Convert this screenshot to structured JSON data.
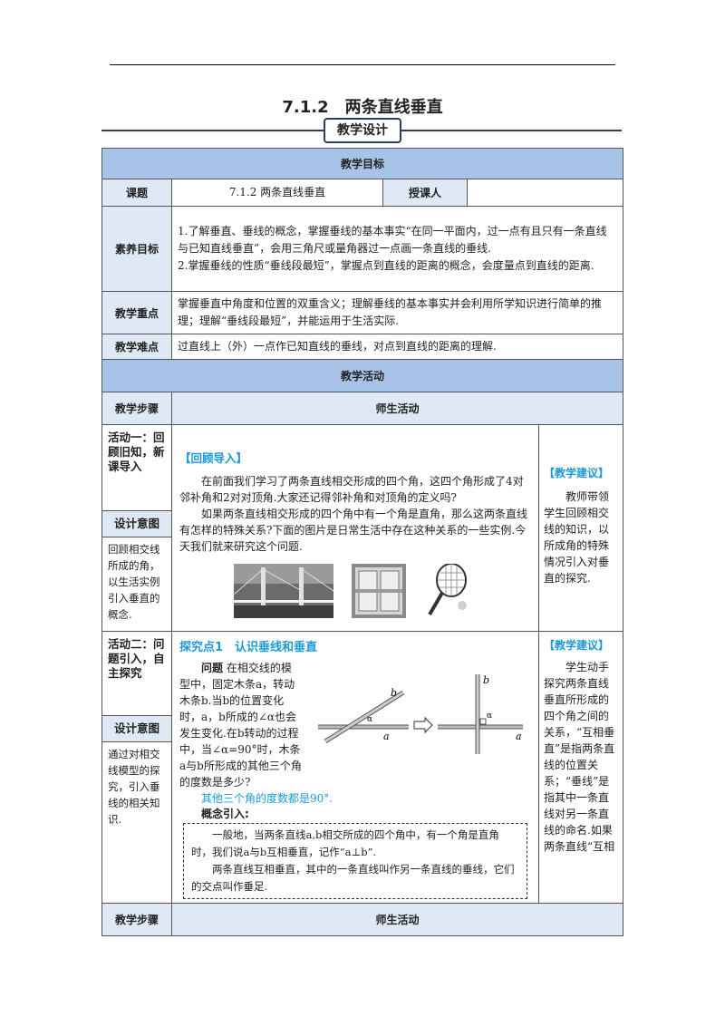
{
  "title": "7.1.2　两条直线垂直",
  "subtitle": "教学设计",
  "goals_header": "教学目标",
  "row_topic": {
    "label": "课题",
    "value": "7.1.2 两条直线垂直",
    "teacher_label": "授课人",
    "teacher_value": ""
  },
  "row_literacy": {
    "label": "素养目标",
    "line1": "1.了解垂直、垂线的概念，掌握垂线的基本事实“在同一平面内，过一点有且只有一条直线与已知直线垂直”，会用三角尺或量角器过一点画一条直线的垂线.",
    "line2": "2.掌握垂线的性质“垂线段最短”，掌握点到直线的距离的概念，会度量点到直线的距离."
  },
  "row_key": {
    "label": "教学重点",
    "value": "掌握垂直中角度和位置的双重含义；理解垂线的基本事实并会利用所学知识进行简单的推理；理解“垂线段最短”，并能运用于生活实际."
  },
  "row_difficult": {
    "label": "教学难点",
    "value": "过直线上（外）一点作已知直线的垂线，对点到直线的距离的理解."
  },
  "activities_header": "教学活动",
  "steps_label": "教学步骤",
  "activity_label": "师生活动",
  "activity1": {
    "name": "活动一：回顾旧知，新课导入",
    "design_label": "设计意图",
    "design_text": "回顾相交线所成的角，以生活实例引入垂直的概念.",
    "section": "【回顾导入】",
    "para1": "在前面我们学习了两条直线相交形成的四个角，这四个角形成了4对邻补角和2对对顶角.大家还记得邻补角和对顶角的定义吗?",
    "para2": "如果两条直线相交形成的四个角中有一个角是直角，那么这两条直线有怎样的特殊关系?下面的图片是日常生活中存在这种关系的一些实例.今天我们就来研究这个问题.",
    "advice_head": "【教学建议】",
    "advice_text": "教师带领学生回顾相交线的知识，以所成角的特殊情况引入对垂直的探究."
  },
  "activity2": {
    "name": "活动二：问题引入，自主探究",
    "design_label": "设计意图",
    "design_text": "通过对相交线模型的探究，引入垂线的相关知识.",
    "section": "探究点1　认识垂线和垂直",
    "question_label": "问题",
    "question": "在相交线的模型中，固定木条a，转动木条b.当b的位置变化时，a，b所成的∠α也会发生变化.在b转动的过程中，当∠α=90°时，木条a与b所形成的其他三个角的度数是多少?",
    "answer": "其他三个角的度数都是90°.",
    "concept_label": "概念引入:",
    "concept1": "一般地，当两条直线a,b相交所成的四个角中，有一个角是直角时，我们说a与b互相垂直，记作“a⊥b”.",
    "concept2": "两条直线互相垂直，其中的一条直线叫作另一条直线的垂线，它们的交点叫作垂足.",
    "advice_head": "【教学建议】",
    "advice_text": "学生动手探究两条直线垂直所形成的四个角之间的关系，“互相垂直”是指两条直线的位置关系；“垂线”是指其中一条直线对另一条直线的命名.如果两条直线“互相"
  },
  "footer_steps_label": "教学步骤",
  "footer_activity_label": "师生活动",
  "figure_labels": {
    "a": "a",
    "b": "b",
    "alpha": "α"
  }
}
